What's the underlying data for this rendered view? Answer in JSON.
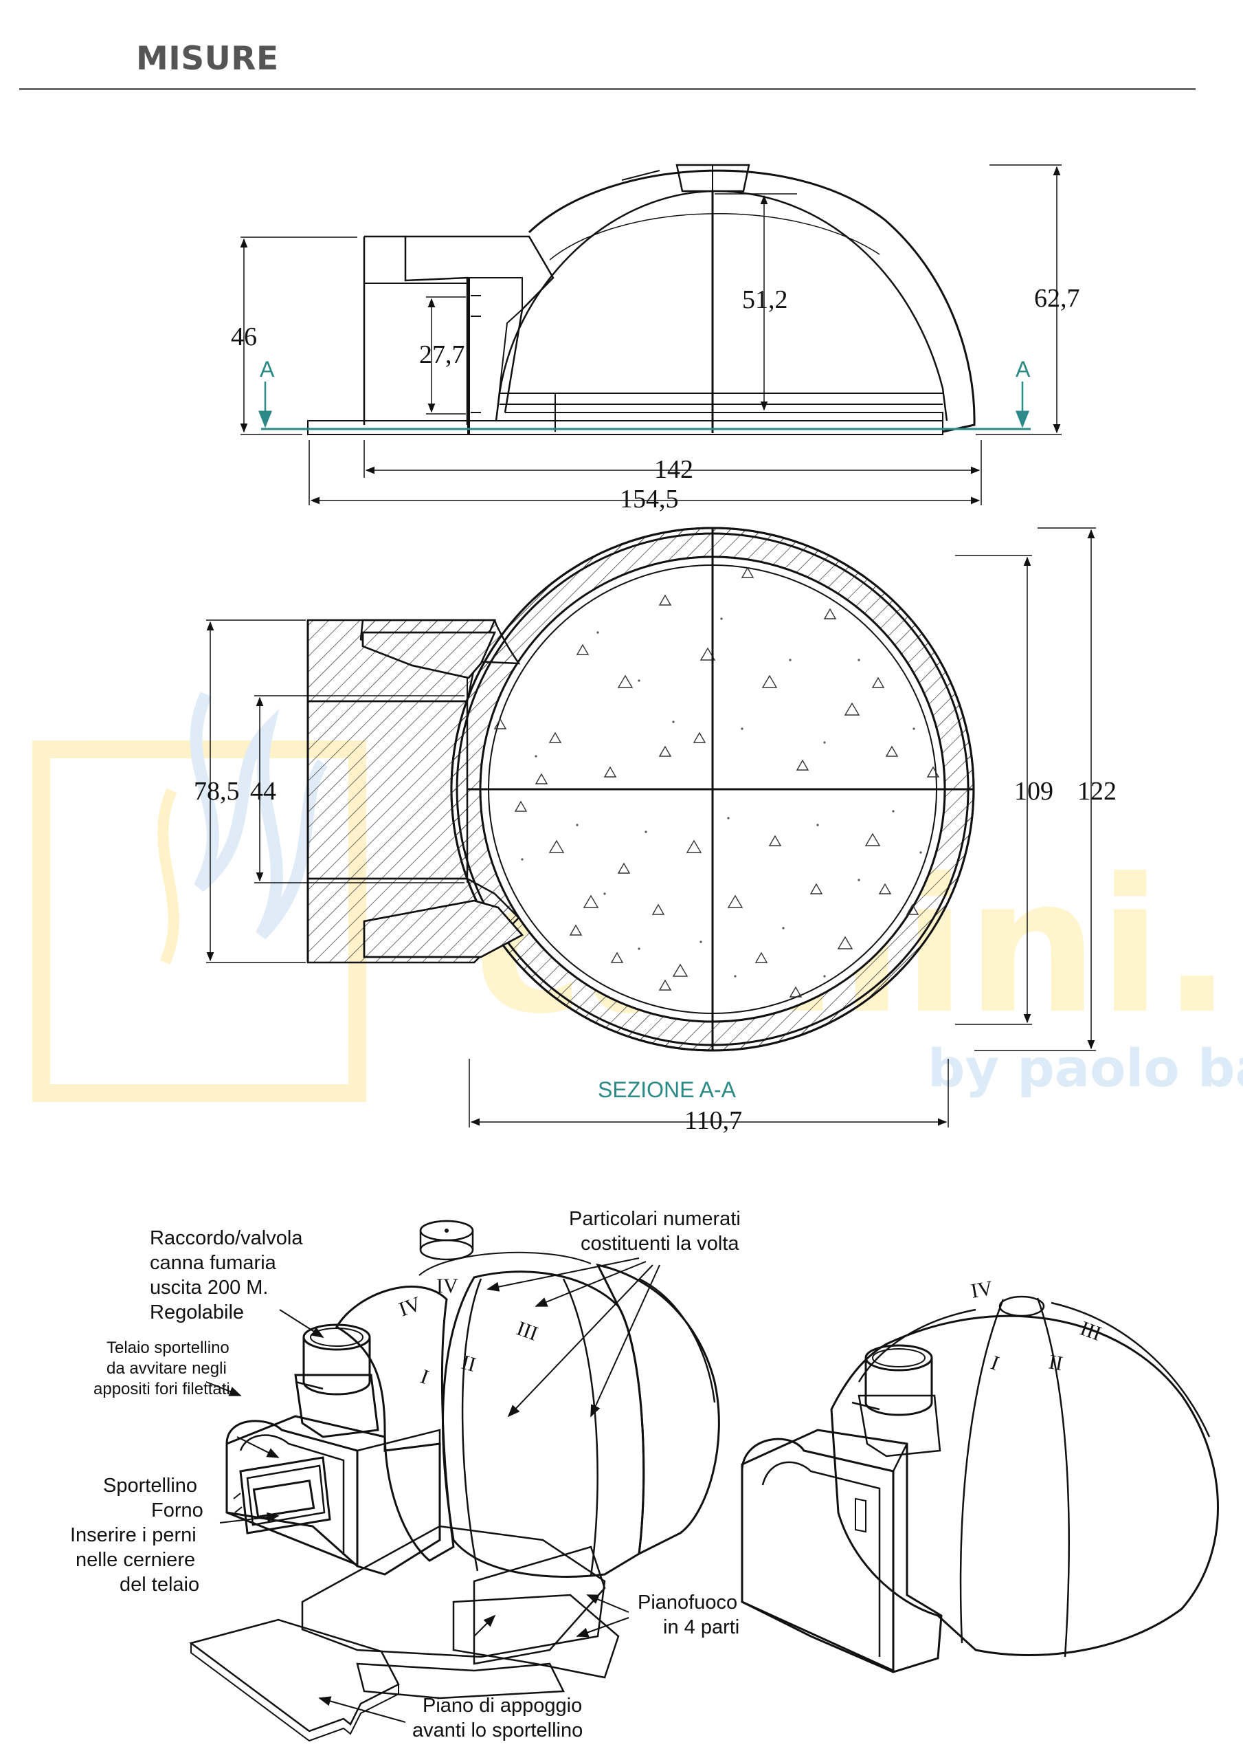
{
  "page": {
    "title": "MISURE"
  },
  "elevation": {
    "section_marker": "A",
    "dimensions": {
      "height_left": "46",
      "door_height": "27,7",
      "dome_inner_height": "51,2",
      "total_height": "62,7",
      "width_inner": "142",
      "width_total": "154,5"
    }
  },
  "section": {
    "label": "SEZIONE A-A",
    "dimensions": {
      "mouth_outer_width": "78,5",
      "mouth_inner_width": "44",
      "floor_diameter": "109",
      "outer_diameter": "122",
      "depth": "110,7"
    }
  },
  "watermark": {
    "brand": "camini.net",
    "byline": "by paolo barzotti"
  },
  "exploded_view": {
    "labels": {
      "flue": [
        "Raccordo/valvola",
        "canna fumaria",
        "uscita 200 M.",
        "Regolabile"
      ],
      "frame": [
        "Telaio sportellino",
        "da avvitare negli",
        "appositi fori filettati"
      ],
      "door": [
        "Sportellino",
        "Forno",
        "Inserire i perni",
        "nelle cerniere",
        "del telaio"
      ],
      "vault_parts": [
        "Particolari numerati",
        "costituenti la volta"
      ],
      "hearth": [
        "Pianofuoco",
        "in 4 parti"
      ],
      "front_shelf": [
        "Piano di appoggio",
        "avanti lo sportellino"
      ]
    },
    "part_numbers": [
      "I",
      "II",
      "III",
      "IV"
    ]
  },
  "colors": {
    "accent_teal": "#2c8a86",
    "title_gray": "#555555",
    "watermark_yellow": "#fff4cc",
    "watermark_blue": "#dcebf7"
  }
}
